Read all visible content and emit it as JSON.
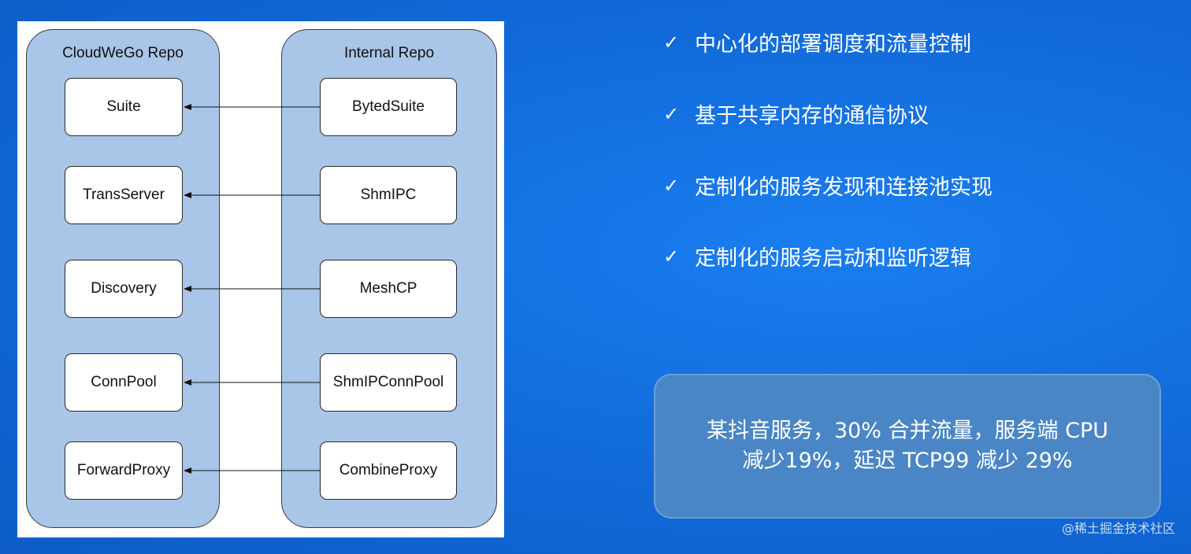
{
  "diagram": {
    "left_repo": {
      "title": "CloudWeGo Repo",
      "nodes": [
        "Suite",
        "TransServer",
        "Discovery",
        "ConnPool",
        "ForwardProxy"
      ]
    },
    "right_repo": {
      "title": "Internal Repo",
      "nodes": [
        "BytedSuite",
        "ShmIPC",
        "MeshCP",
        "ShmIPConnPool",
        "CombineProxy"
      ]
    }
  },
  "checklist": {
    "mark": "✓",
    "items": [
      "中心化的部署调度和流量控制",
      "基于共享内存的通信协议",
      "定制化的服务发现和连接池实现",
      "定制化的服务启动和监听逻辑"
    ]
  },
  "result": {
    "line1": "某抖音服务，30% 合并流量，服务端 CPU",
    "line2": "减少19%，延迟 TCP99 减少 29%"
  },
  "watermark": "@稀土掘金技术社区",
  "colors": {
    "background": "#1169d8",
    "repo_fill": "#a9c5e8",
    "result_fill": "#4a86c6"
  }
}
